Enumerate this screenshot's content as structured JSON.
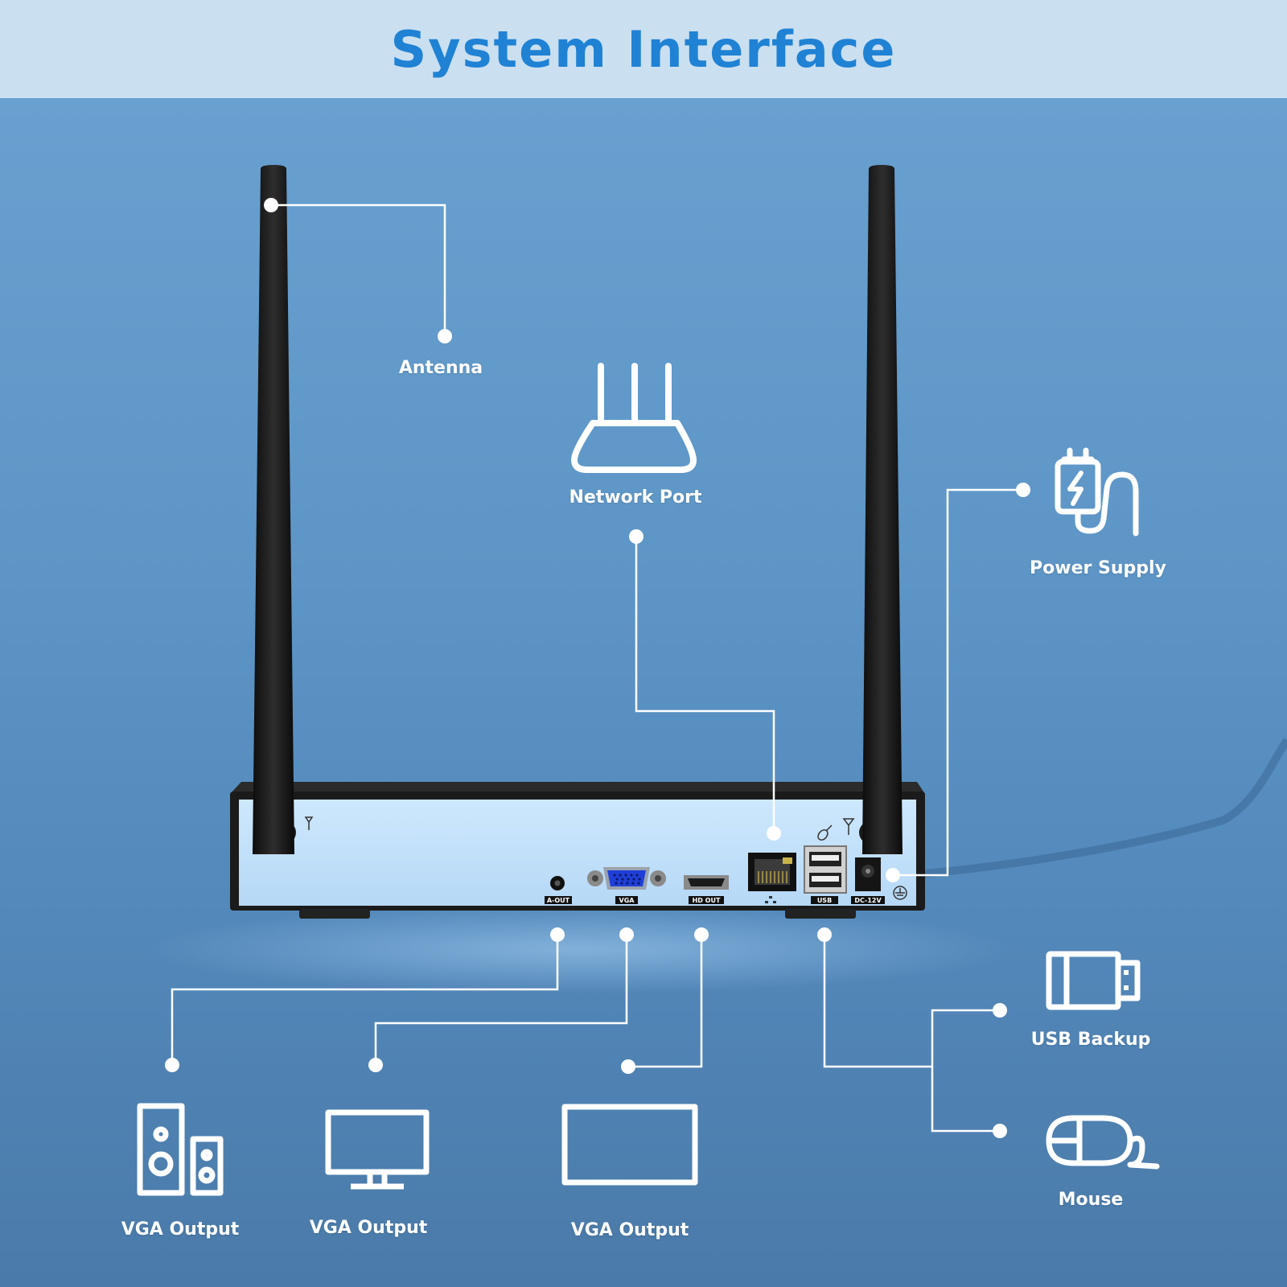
{
  "header": {
    "title": "System Interface"
  },
  "callouts": {
    "antenna": "Antenna",
    "network_port": "Network Port",
    "power_supply": "Power Supply",
    "usb_backup": "USB Backup",
    "mouse": "Mouse",
    "audio_output": "VGA Output",
    "vga_output": "VGA Output",
    "hd_output": "VGA Output"
  },
  "panel_labels": {
    "audio_out": "A-OUT",
    "vga": "VGA",
    "hd_out": "HD OUT",
    "usb": "USB",
    "dc": "DC-12V"
  },
  "icons": {
    "antenna": "antenna-symbol-icon",
    "router": "router-icon",
    "power": "power-adapter-icon",
    "usb": "usb-drive-icon",
    "mouse": "mouse-icon",
    "speaker": "speaker-icon",
    "monitor": "monitor-icon",
    "tv": "screen-icon"
  },
  "colors": {
    "title": "#1f82d4",
    "header_bg": "#cadff0",
    "background": "#5d95c6",
    "panel": "#c3e2fb",
    "device": "#1b1b1b"
  }
}
